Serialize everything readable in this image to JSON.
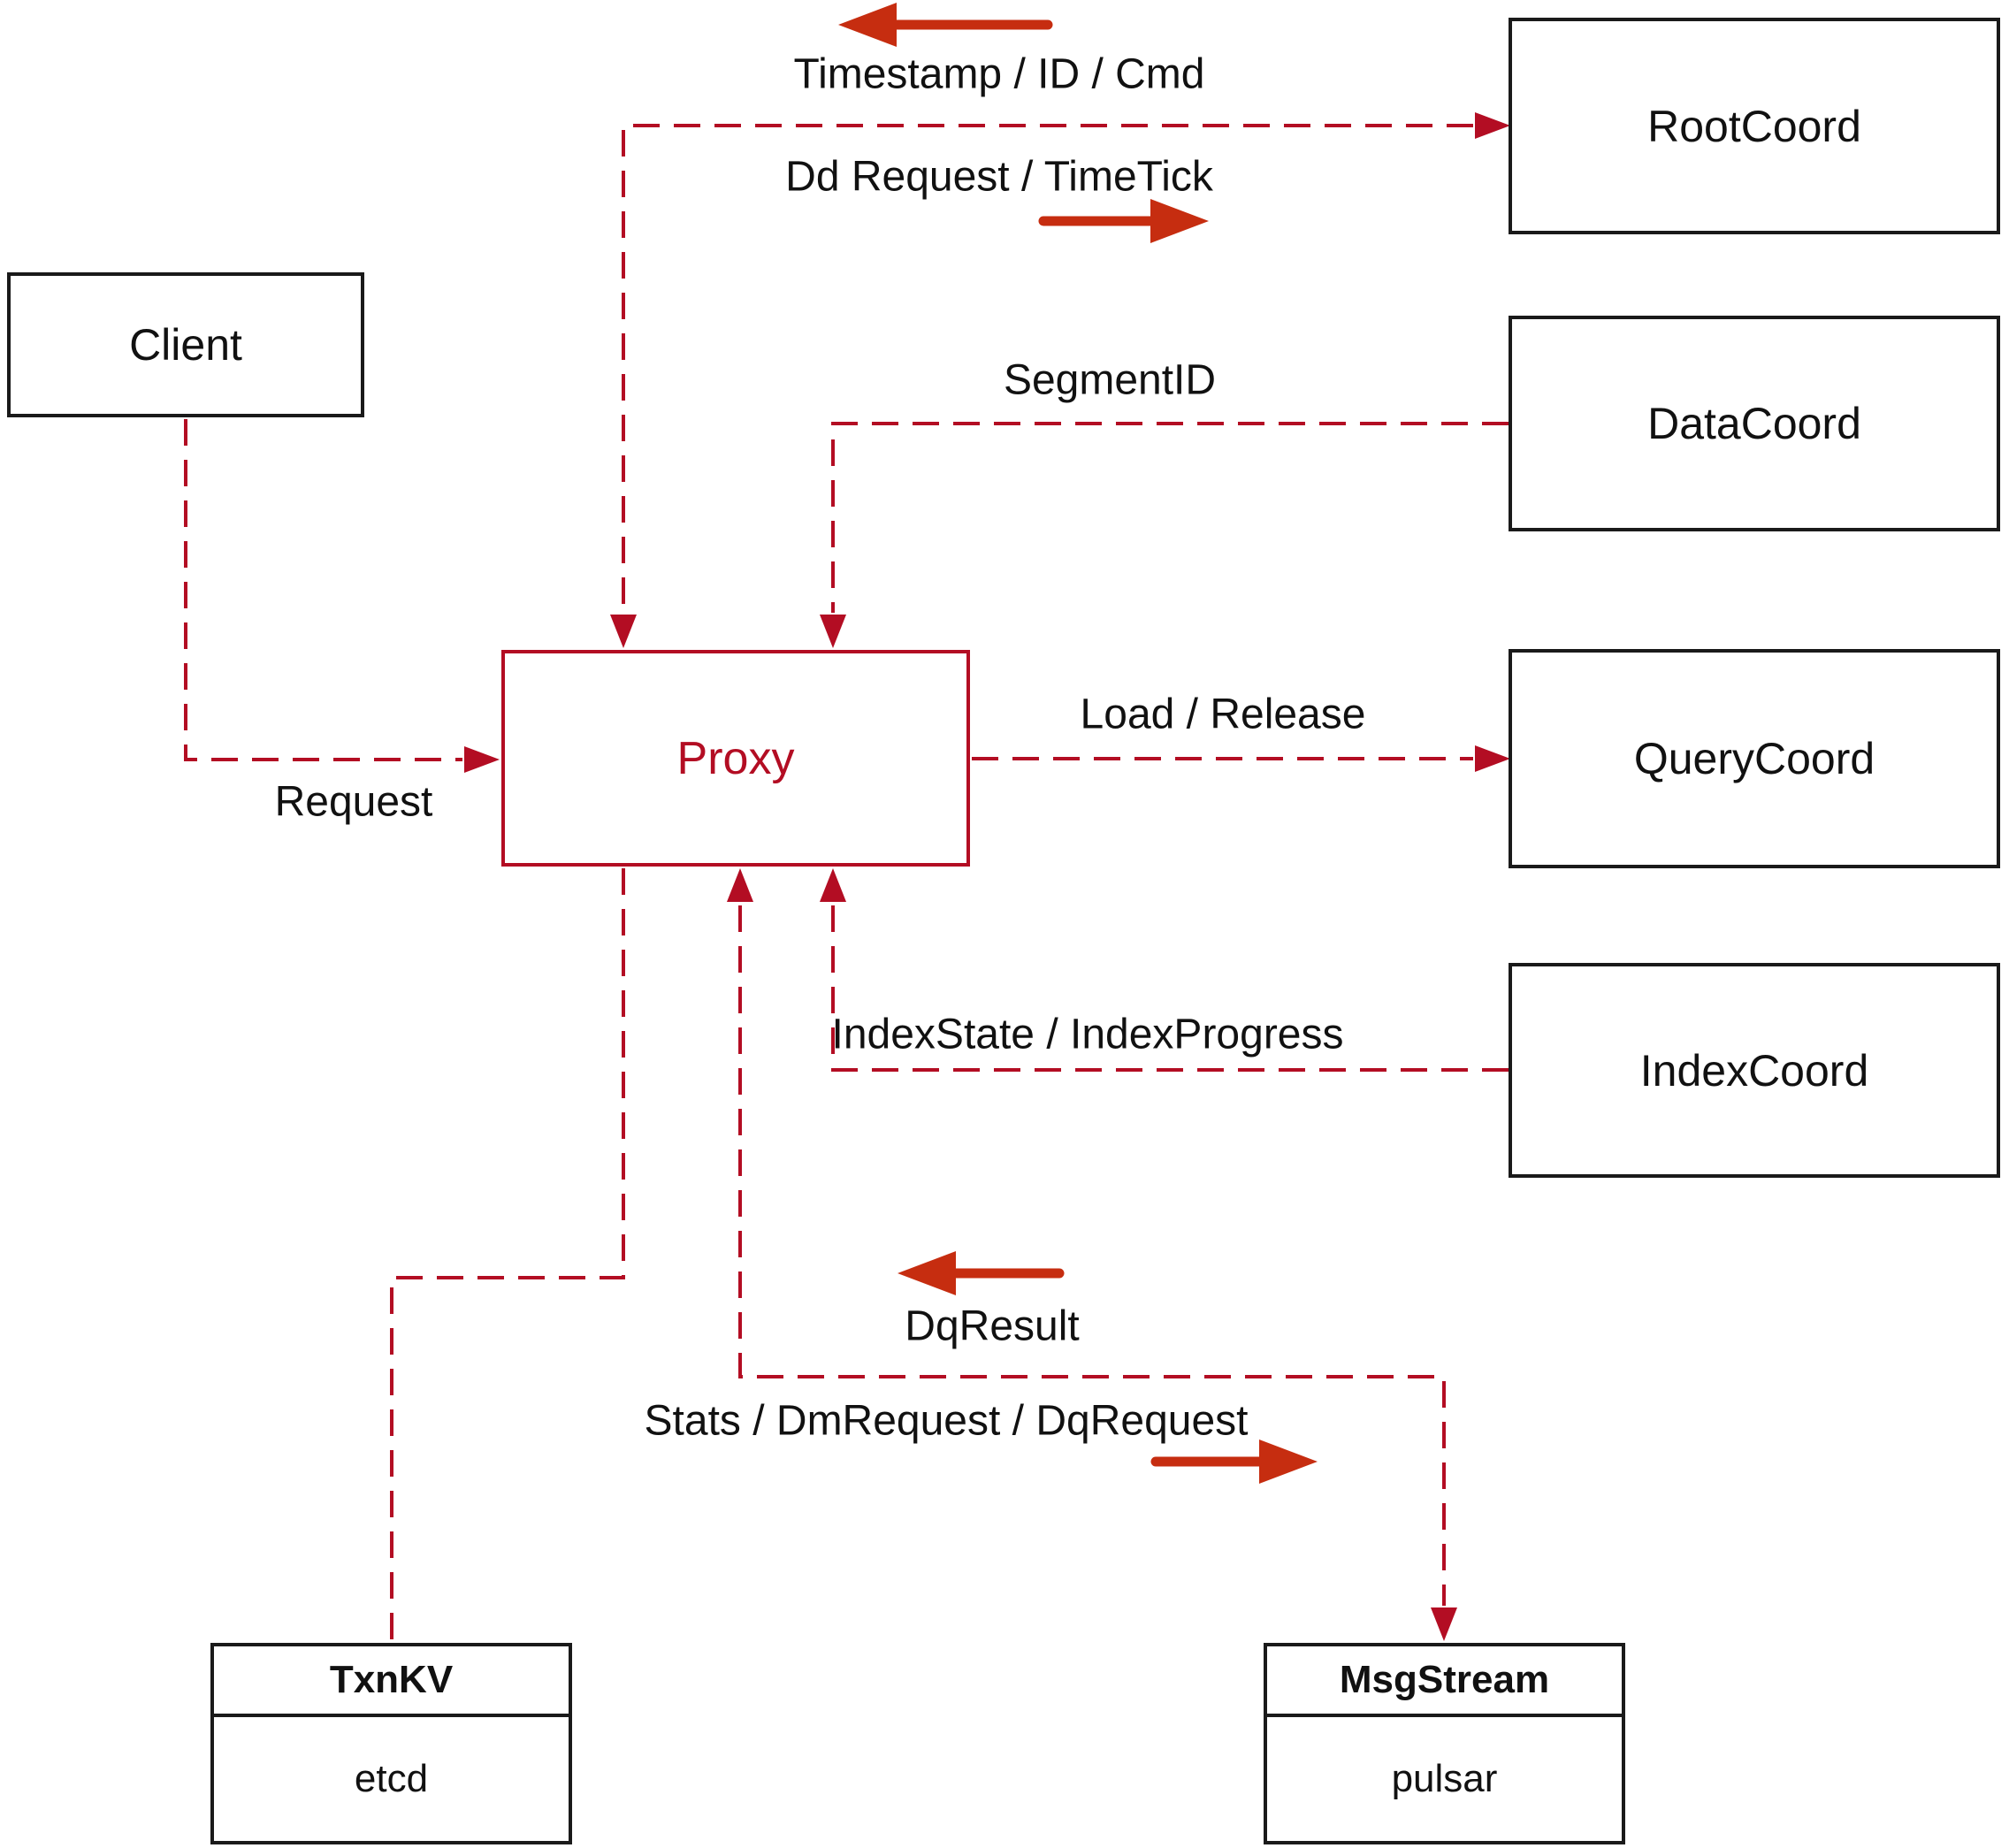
{
  "diagram": {
    "nodes": {
      "client": {
        "label": "Client"
      },
      "rootcoord": {
        "label": "RootCoord"
      },
      "datacoord": {
        "label": "DataCoord"
      },
      "querycoord": {
        "label": "QueryCoord"
      },
      "indexcoord": {
        "label": "IndexCoord"
      },
      "proxy": {
        "label": "Proxy"
      },
      "txnkv": {
        "title": "TxnKV",
        "value": "etcd"
      },
      "msgstream": {
        "title": "MsgStream",
        "value": "pulsar"
      }
    },
    "edge_labels": {
      "timestamp": "Timestamp / ID / Cmd",
      "dd_request": "Dd Request / TimeTick",
      "segment_id": "SegmentID",
      "request": "Request",
      "load_release": "Load / Release",
      "index_state": "IndexState / IndexProgress",
      "dq_result": "DqResult",
      "stats": "Stats / DmRequest / DqRequest"
    },
    "colors": {
      "line_red": "#b30d23",
      "arrow_red": "#c62d10",
      "text_black": "#111111",
      "border_black": "#1a1a1a"
    }
  }
}
